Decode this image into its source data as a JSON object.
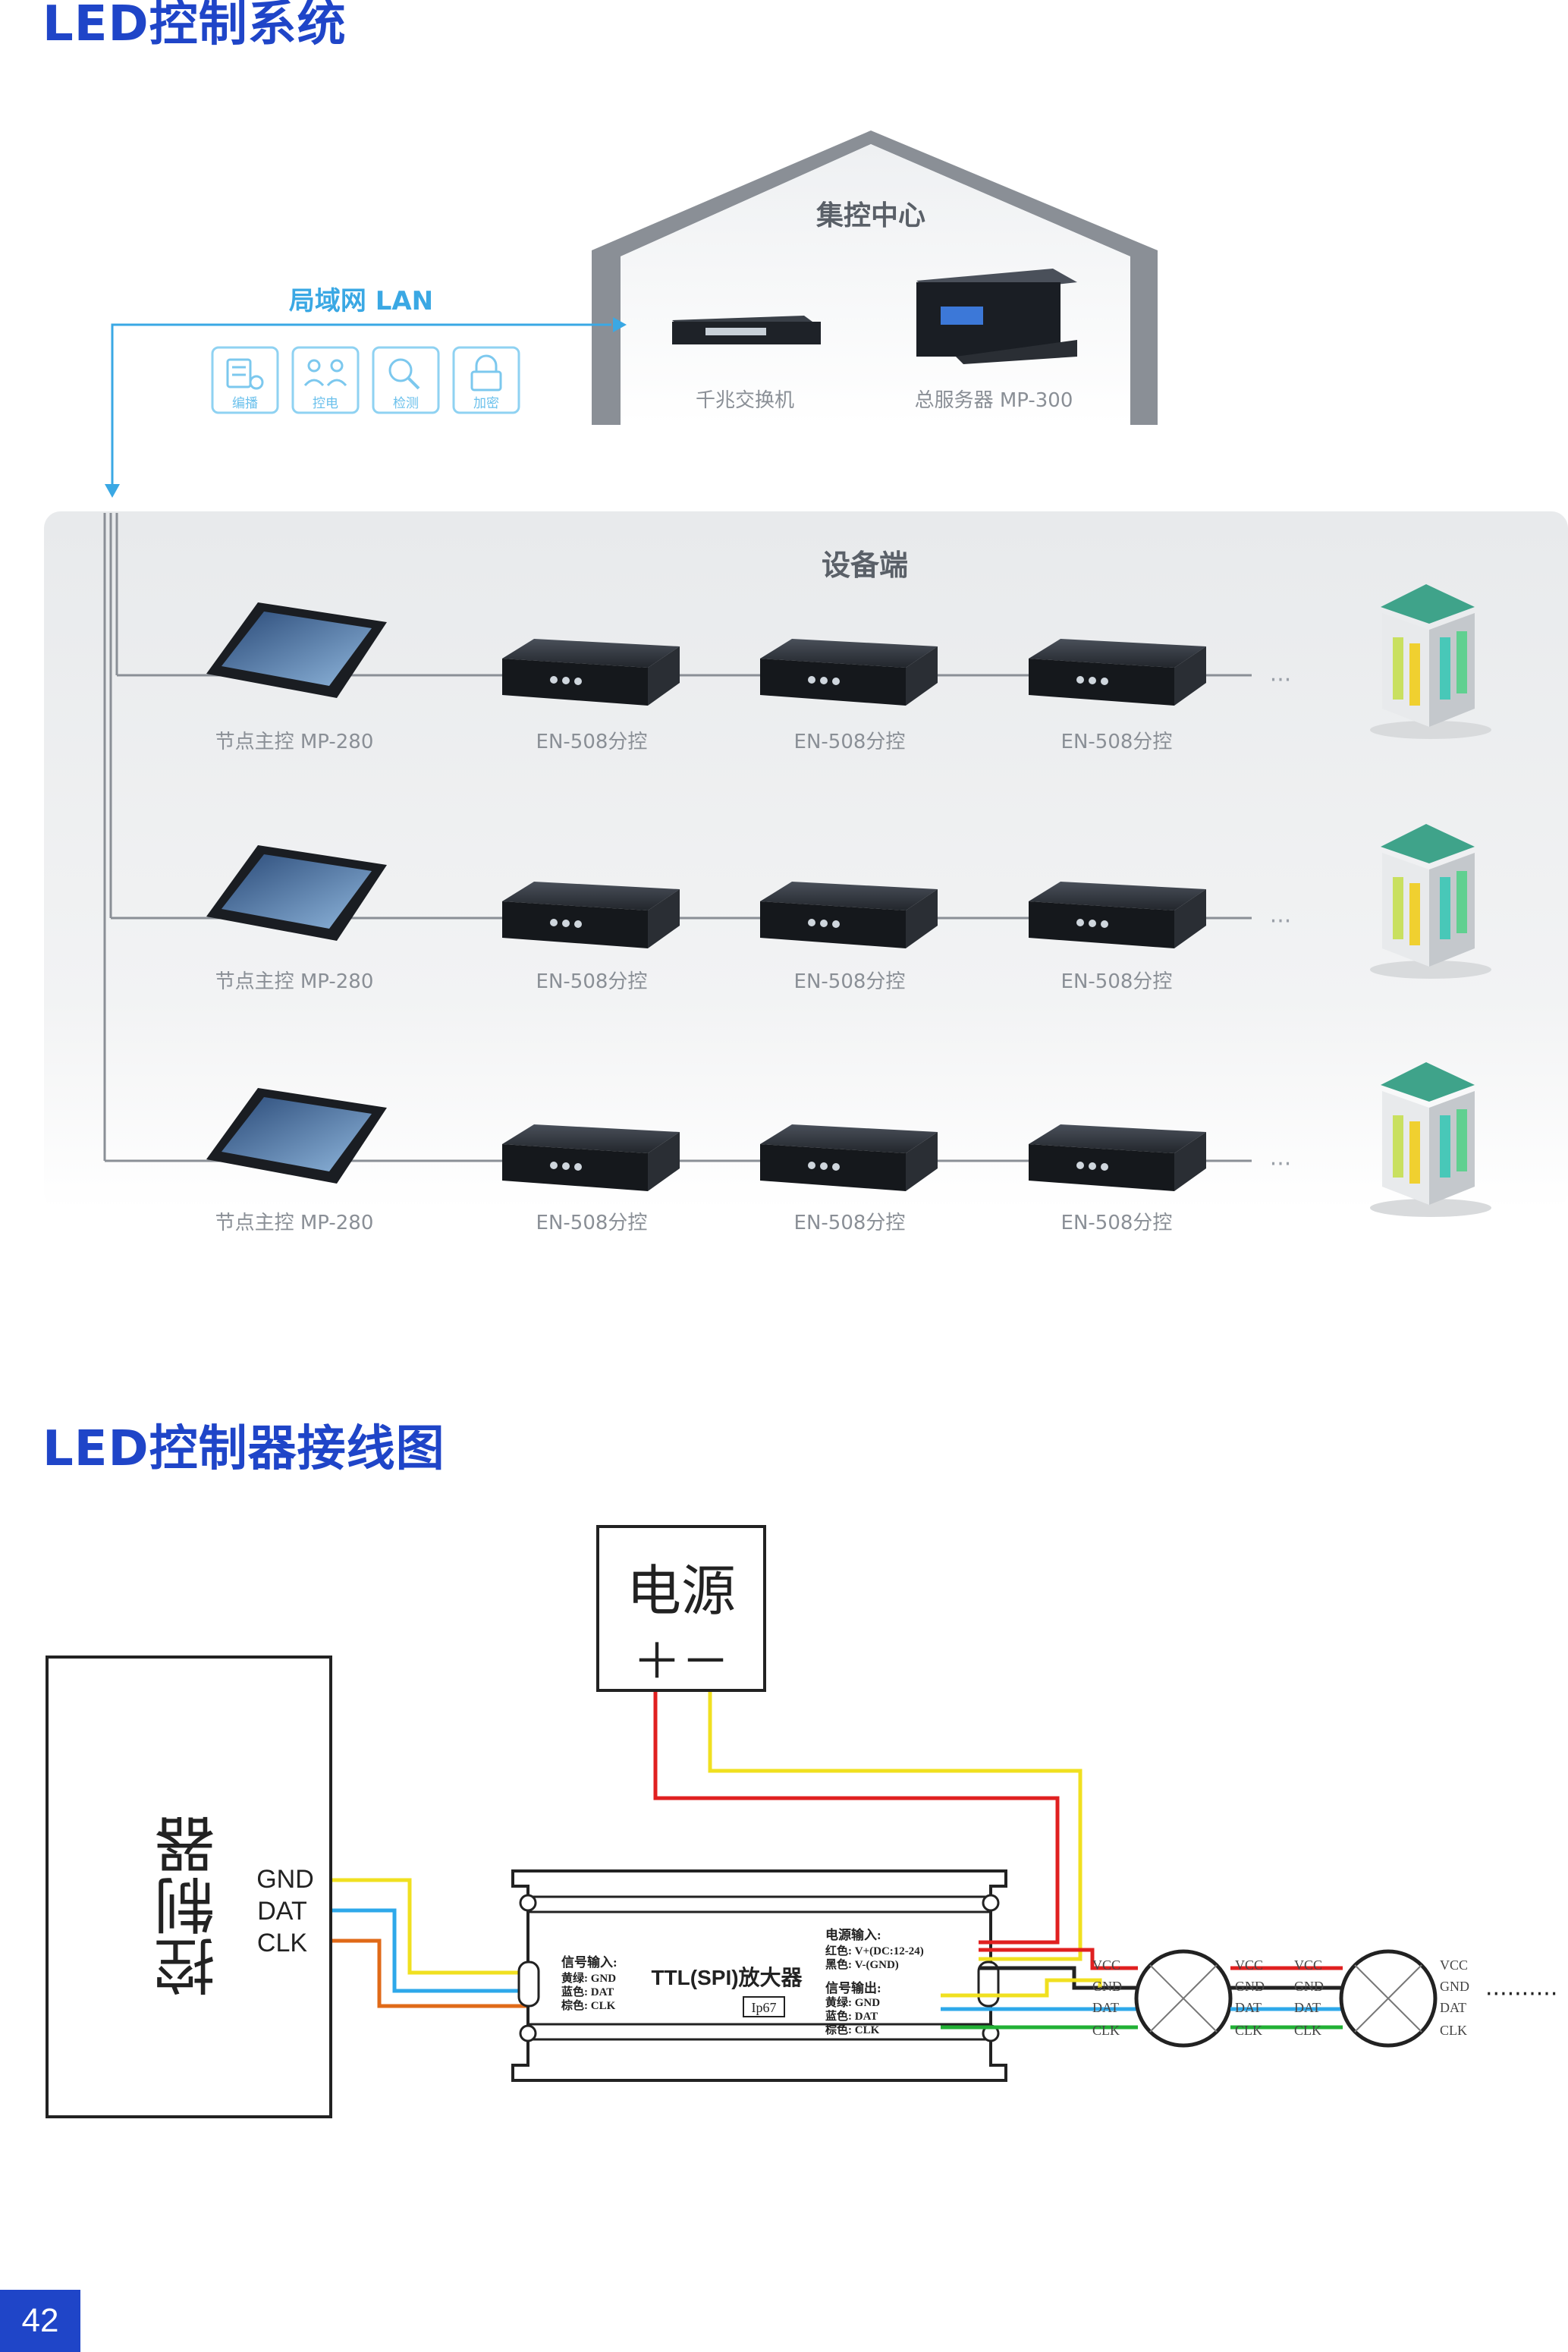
{
  "sections": [
    {
      "title": "LED控制系统"
    },
    {
      "title": "LED控制器接线图"
    }
  ],
  "system": {
    "center_title": "集控中心",
    "lan_label": "局域网 LAN",
    "lan_functions": [
      {
        "label": "编播",
        "icon": "list-icon"
      },
      {
        "label": "控电",
        "icon": "users-icon"
      },
      {
        "label": "检测",
        "icon": "magnifier-icon"
      },
      {
        "label": "加密",
        "icon": "lock-icon"
      }
    ],
    "switch_label": "千兆交换机",
    "server_label": "总服务器 MP-300",
    "device_title": "设备端",
    "rows": [
      {
        "node": "节点主控 MP-280",
        "controllers": [
          "EN-508分控",
          "EN-508分控",
          "EN-508分控"
        ],
        "more": "···"
      },
      {
        "node": "节点主控 MP-280",
        "controllers": [
          "EN-508分控",
          "EN-508分控",
          "EN-508分控"
        ],
        "more": "···"
      },
      {
        "node": "节点主控 MP-280",
        "controllers": [
          "EN-508分控",
          "EN-508分控",
          "EN-508分控"
        ],
        "more": "···"
      }
    ]
  },
  "wiring": {
    "power_title": "电源",
    "power_terminals": "＋－",
    "controller_title": "控制器",
    "controller_ports": [
      "GND",
      "DAT",
      "CLK"
    ],
    "amp_title": "TTL(SPI)放大器",
    "amp_rating": "Ip67",
    "signal_in_title": "信号输入:",
    "signal_in_lines": [
      "黄绿: GND",
      "蓝色: DAT",
      "棕色: CLK"
    ],
    "power_in_title": "电源输入:",
    "power_in_lines": [
      "红色: V+(DC:12-24)",
      "黑色: V-(GND)"
    ],
    "signal_out_title": "信号输出:",
    "signal_out_lines": [
      "黄绿: GND",
      "蓝色: DAT",
      "棕色: CLK"
    ],
    "pixel_pins": [
      "VCC",
      "GND",
      "DAT",
      "CLK"
    ],
    "more": "··········",
    "colors": {
      "red": "#e02020",
      "yellow": "#f0e020",
      "blue": "#2ea8ea",
      "orange": "#e06a18",
      "green": "#22b035",
      "black": "#222222"
    }
  },
  "page_number": "42"
}
